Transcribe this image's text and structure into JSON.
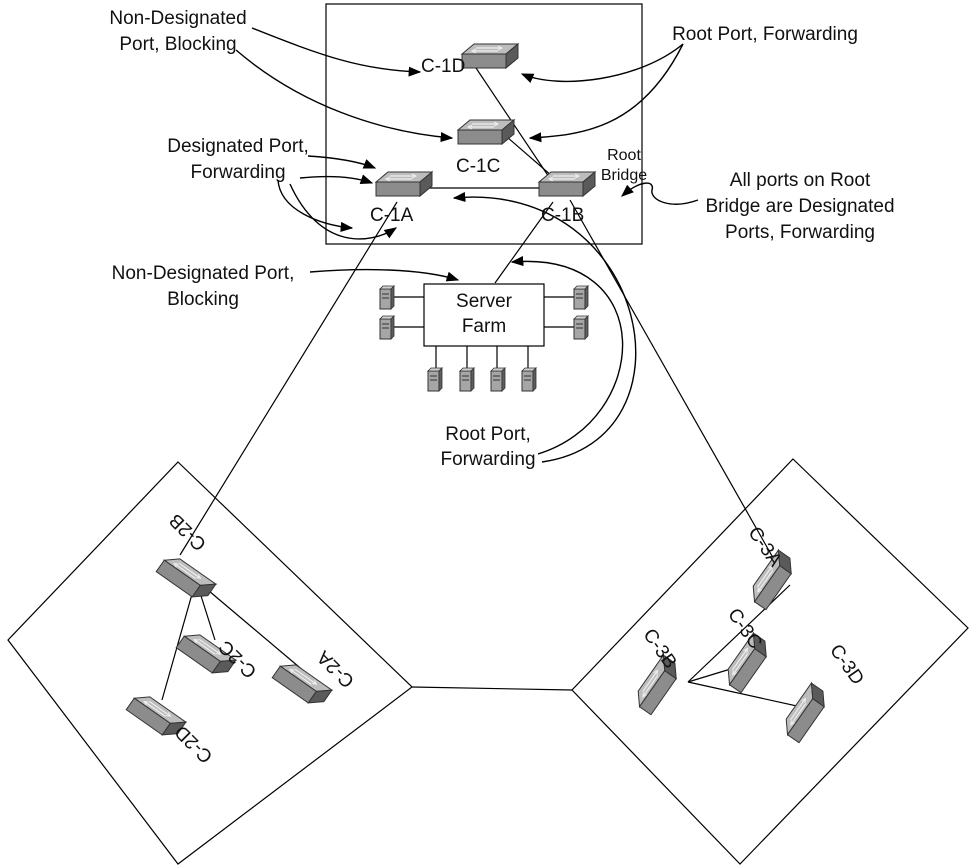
{
  "annotations": {
    "nondesignated_top": [
      "Non-Designated",
      "Port, Blocking"
    ],
    "root_port_top": [
      "Root Port, Forwarding"
    ],
    "designated_port": [
      "Designated Port,",
      "Forwarding"
    ],
    "root_bridge": [
      "Root",
      "Bridge"
    ],
    "all_ports": [
      "All ports on Root",
      "Bridge are Designated",
      "Ports, Forwarding"
    ],
    "nondesignated_mid": [
      "Non-Designated Port,",
      "Blocking"
    ],
    "root_port_bottom": [
      "Root Port,",
      "Forwarding"
    ]
  },
  "server_farm": [
    "Server",
    "Farm"
  ],
  "switches": {
    "c1a": "C-1A",
    "c1b": "C-1B",
    "c1c": "C-1C",
    "c1d": "C-1D",
    "c2a": "C-2A",
    "c2b": "C-2B",
    "c2c": "C-2C",
    "c2d": "C-2D",
    "c3a": "C-3A",
    "c3b": "C-3B",
    "c3c": "C-3C",
    "c3d": "C-3D"
  },
  "colors": {
    "switch_top": "#b9b9b9",
    "switch_front": "#8a8a8a",
    "switch_side": "#5e5e5e",
    "server": "#9a9a9a"
  }
}
